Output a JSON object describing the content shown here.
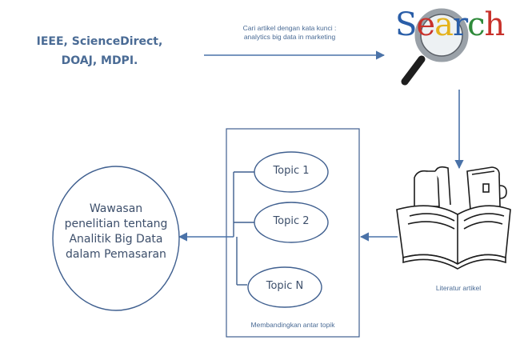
{
  "sources": {
    "lines": [
      "IEEE, ScienceDirect,",
      "DOAJ, MDPI."
    ]
  },
  "query": {
    "lines": [
      "Cari artikel dengan kata kunci :",
      "analytics big data in marketing"
    ]
  },
  "search_logo": {
    "letters": [
      "S",
      "e",
      "a",
      "r",
      "c",
      "h"
    ],
    "colors": [
      "#2a5ea8",
      "#c8312b",
      "#e4b21c",
      "#2a5ea8",
      "#2f8a3a",
      "#c8312b"
    ]
  },
  "literature": {
    "label": "Literatur artikel"
  },
  "topics": {
    "items": [
      "Topic 1",
      "Topic 2",
      "Topic N"
    ],
    "caption": "Membandingkan antar topik"
  },
  "insight": {
    "lines": [
      "Wawasan",
      "penelitian tentang",
      "Analitik Big Data",
      "dalam Pemasaran"
    ]
  },
  "colors": {
    "arrow": "#4a72a8",
    "outline": "#3f5f8f",
    "text": "#4a6b95"
  }
}
